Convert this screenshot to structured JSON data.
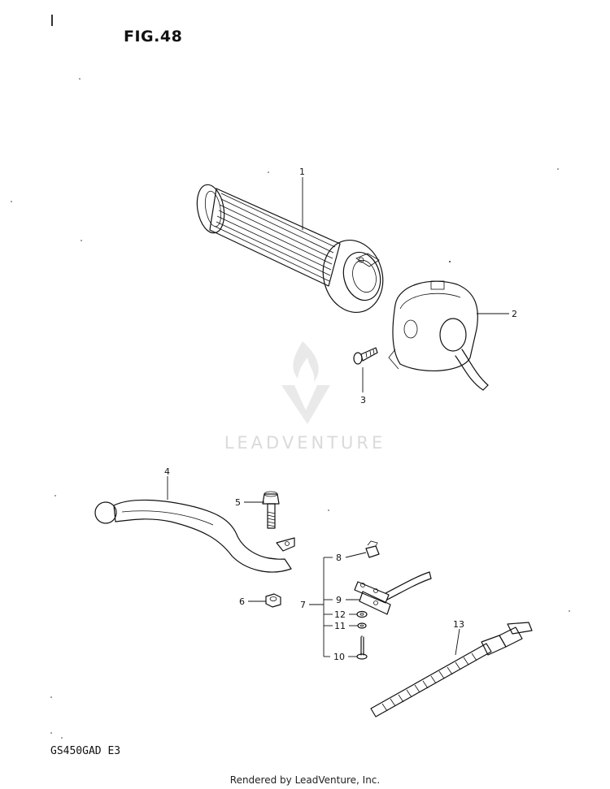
{
  "figure": {
    "title": "FIG.48",
    "model_code": "GS450GAD  E3",
    "footer": "Rendered by LeadVenture, Inc.",
    "watermark": "LEADVENTURE",
    "callouts": {
      "c1": "1",
      "c2": "2",
      "c3": "3",
      "c4": "4",
      "c5": "5",
      "c6": "6",
      "c7": "7",
      "c8": "8",
      "c9": "9",
      "c10": "10",
      "c11": "11",
      "c12": "12",
      "c13": "13"
    }
  },
  "parts": [
    {
      "ref": "1",
      "part": "grip"
    },
    {
      "ref": "2",
      "part": "handlebar-switch"
    },
    {
      "ref": "3",
      "part": "screw"
    },
    {
      "ref": "4",
      "part": "clutch-lever"
    },
    {
      "ref": "5",
      "part": "bolt"
    },
    {
      "ref": "6",
      "part": "nut"
    },
    {
      "ref": "7",
      "part": "switch-assembly"
    },
    {
      "ref": "8",
      "part": "cap"
    },
    {
      "ref": "9",
      "part": "switch"
    },
    {
      "ref": "10",
      "part": "screw"
    },
    {
      "ref": "11",
      "part": "washer"
    },
    {
      "ref": "12",
      "part": "washer"
    },
    {
      "ref": "13",
      "part": "cable-tie"
    }
  ]
}
